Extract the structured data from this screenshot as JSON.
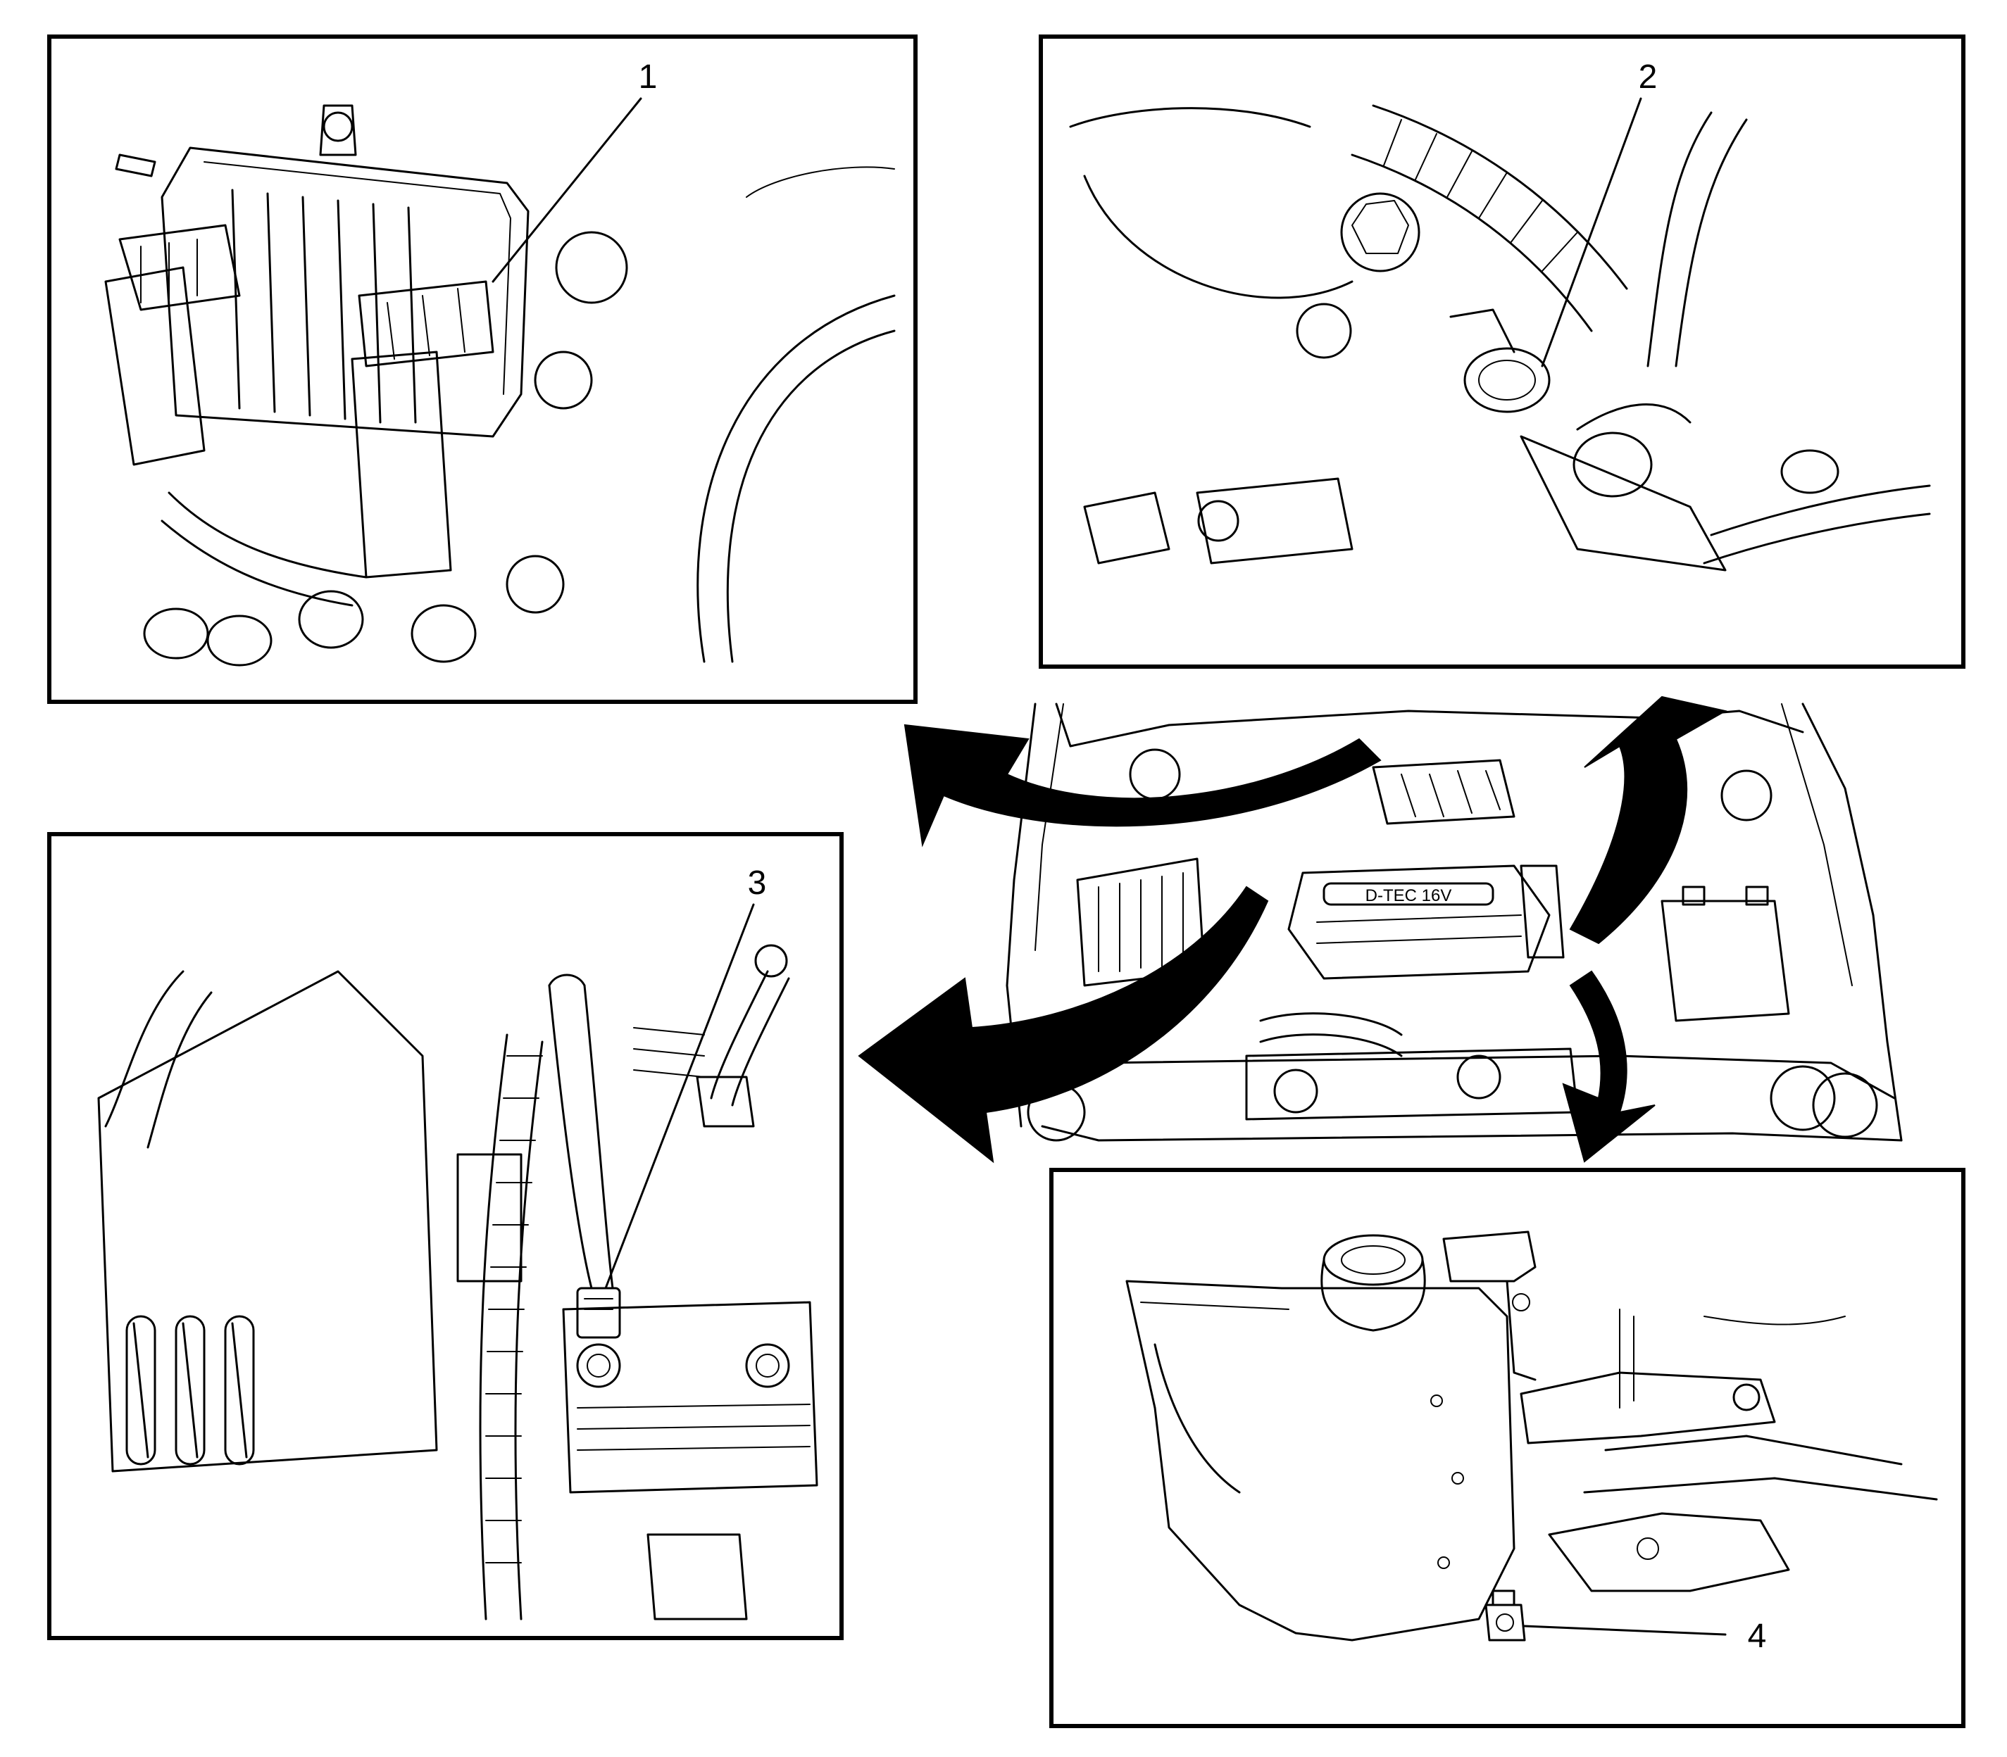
{
  "callouts": [
    {
      "id": "1",
      "label": "1"
    },
    {
      "id": "2",
      "label": "2"
    },
    {
      "id": "3",
      "label": "3"
    },
    {
      "id": "4",
      "label": "4"
    }
  ],
  "engine_badge": "D-TEC 16V"
}
